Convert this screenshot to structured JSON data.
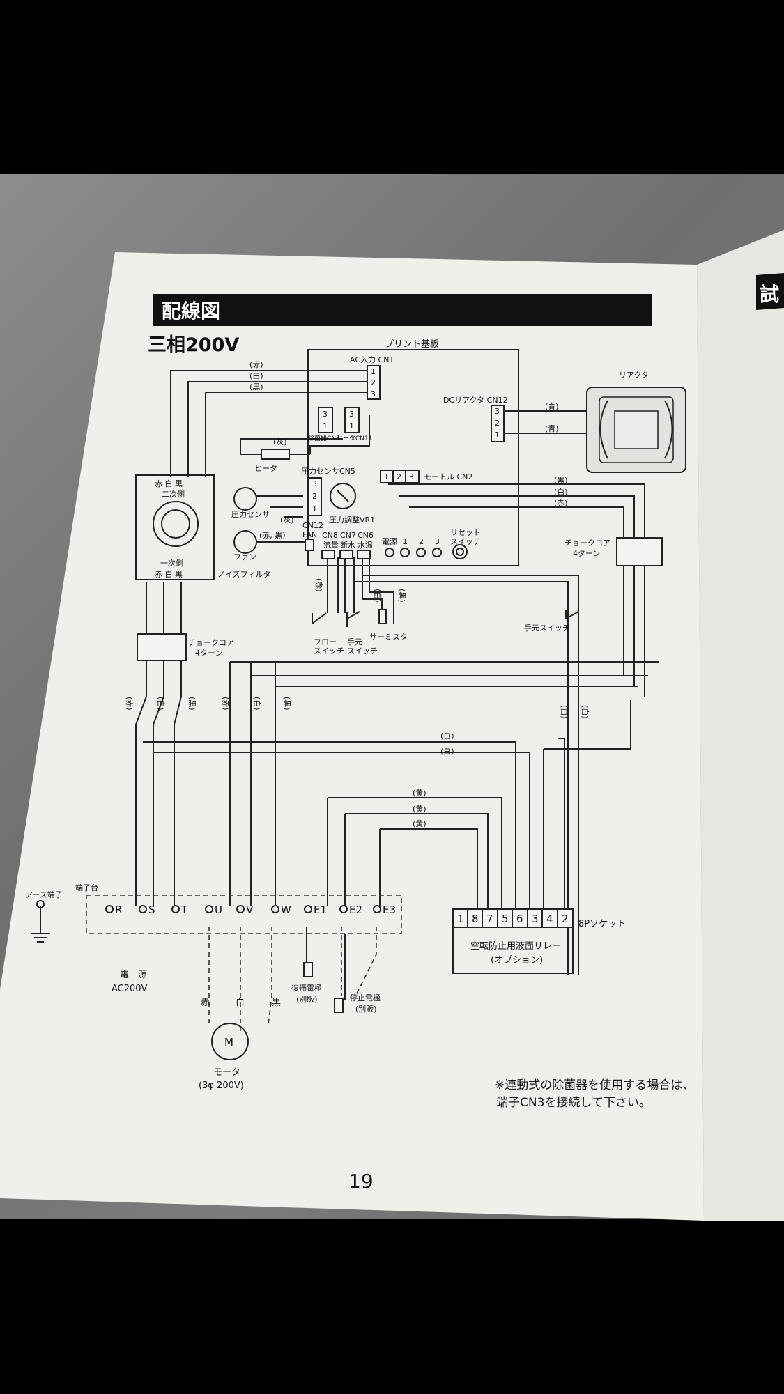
{
  "header": {
    "title": "配線図",
    "subtitle": "三相200V",
    "next_page_fragment": "試"
  },
  "diagram": {
    "board": "プリント基板",
    "ac_input": "AC入力 CN1",
    "cn1_pins": [
      "1",
      "2",
      "3"
    ],
    "input_colors": [
      "(赤)",
      "(白)",
      "(黒)"
    ],
    "dc_reactor": "DCリアクタ CN12",
    "reactor_pins": [
      "3",
      "2",
      "1"
    ],
    "reactor_wire_colors": [
      "(青)",
      "(青)"
    ],
    "reactor": "リアクタ",
    "sterilizer_cn3": "除菌器CN3",
    "heater_cn11": "ヒータCN11",
    "cn3_pins": [
      "3",
      "1"
    ],
    "cn11_pins": [
      "3",
      "1"
    ],
    "heater_color": "(灰)",
    "heater": "ヒータ",
    "noise_filter": {
      "top_colors": "赤 白 黒",
      "secondary": "二次側",
      "primary": "一次側",
      "bottom_colors": "赤 白 黒",
      "label": "ノイズフィルタ"
    },
    "pressure_sensor_cn5": "圧力センサCN5",
    "cn5_pins": [
      "3",
      "2",
      "1"
    ],
    "pressure_sensor": "圧力センサ",
    "sensor_color": "(灰)",
    "pressure_adjust": "圧力調整VR1",
    "motor_cn2": "モートル CN2",
    "cn2_pins": [
      "1",
      "2",
      "3"
    ],
    "motor_wire_colors": [
      "(黒)",
      "(白)",
      "(赤)"
    ],
    "fan_colors": "(赤, 黒)",
    "fan": "ファン",
    "cn12_fan": "CN12",
    "fan_label": "FAN",
    "cn8": "CN8",
    "cn7": "CN7",
    "cn6": "CN6",
    "flow": "流量",
    "water_cut": "断水",
    "water_temp": "水温",
    "leds": [
      "電源",
      "1",
      "2",
      "3"
    ],
    "reset_switch": "リセット\nスイッチ",
    "choke_core_right": "チョークコア",
    "choke_turns_right": "4ターン",
    "red": "(赤)",
    "white": "(白)",
    "black": "(黒)",
    "flow_switch": "フロー\nスイッチ",
    "hand_switch": "手元\nスイッチ",
    "thermistor": "サーミスタ",
    "hand_switch_right": "手元スイッチ",
    "choke_core_left": "チョークコア",
    "choke_turns_left": "4ターン",
    "bus_colors": [
      "(赤)",
      "(白)",
      "(黒)",
      "(赤)",
      "(白)",
      "(黒)"
    ],
    "white_wires": [
      "(白)",
      "(白)"
    ],
    "yellow_wires": [
      "(黄)",
      "(黄)",
      "(黄)"
    ],
    "right_vertical_colors": [
      "(白)",
      "(白)"
    ],
    "earth_terminal": "アース端子",
    "terminal_block": "端子台",
    "terminals": [
      "R",
      "S",
      "T",
      "U",
      "V",
      "W",
      "E1",
      "E2",
      "E3"
    ],
    "socket_pins": [
      "1",
      "8",
      "7",
      "5",
      "6",
      "3",
      "4",
      "2"
    ],
    "socket": "8Pソケット",
    "relay": "空転防止用液面リレー",
    "relay_option": "(オプション)",
    "power": "電　源",
    "power_voltage": "AC200V",
    "motor_wire_letters": [
      "赤",
      "白",
      "黒"
    ],
    "motor_symbol": "M",
    "motor": "モータ",
    "motor_spec": "(3φ 200V)",
    "restore_electrode": "復帰電極",
    "restore_separate": "(別販)",
    "stop_electrode": "停止電極",
    "stop_separate": "(別販)"
  },
  "footnote": {
    "line1": "※連動式の除菌器を使用する場合は、",
    "line2": "端子CN3を接続して下さい。"
  },
  "page_number": "19"
}
